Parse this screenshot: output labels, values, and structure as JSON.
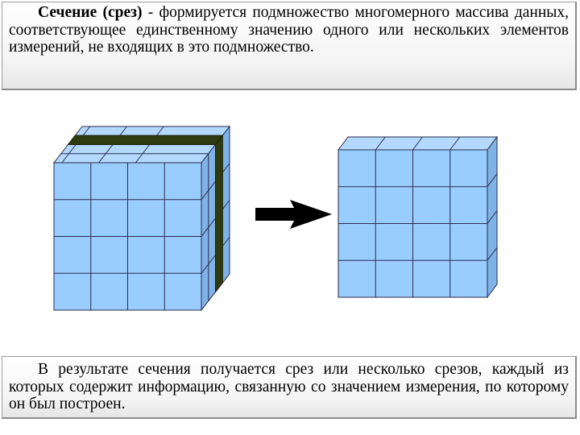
{
  "top_text": {
    "term": "Сечение (срез)",
    "definition": " - формируется подмножество многомерного массива данных, соответствующее единственному значению одного или нескольких элементов измерений, не входящих в это подмножество."
  },
  "bottom_text": "В результате сечения получается срез или несколько срезов, каждый из которых содержит информацию, связанную со значением измерения, по которому он был построен.",
  "colors": {
    "cell_front": "#99ccff",
    "cell_side": "#7fb2e6",
    "cell_top": "#b3d9ff",
    "grid": "#2b2b4a",
    "slice_highlight": "#2e3b0f",
    "arrow": "#000000"
  },
  "icons": {
    "arrow": "right-arrow-icon"
  }
}
